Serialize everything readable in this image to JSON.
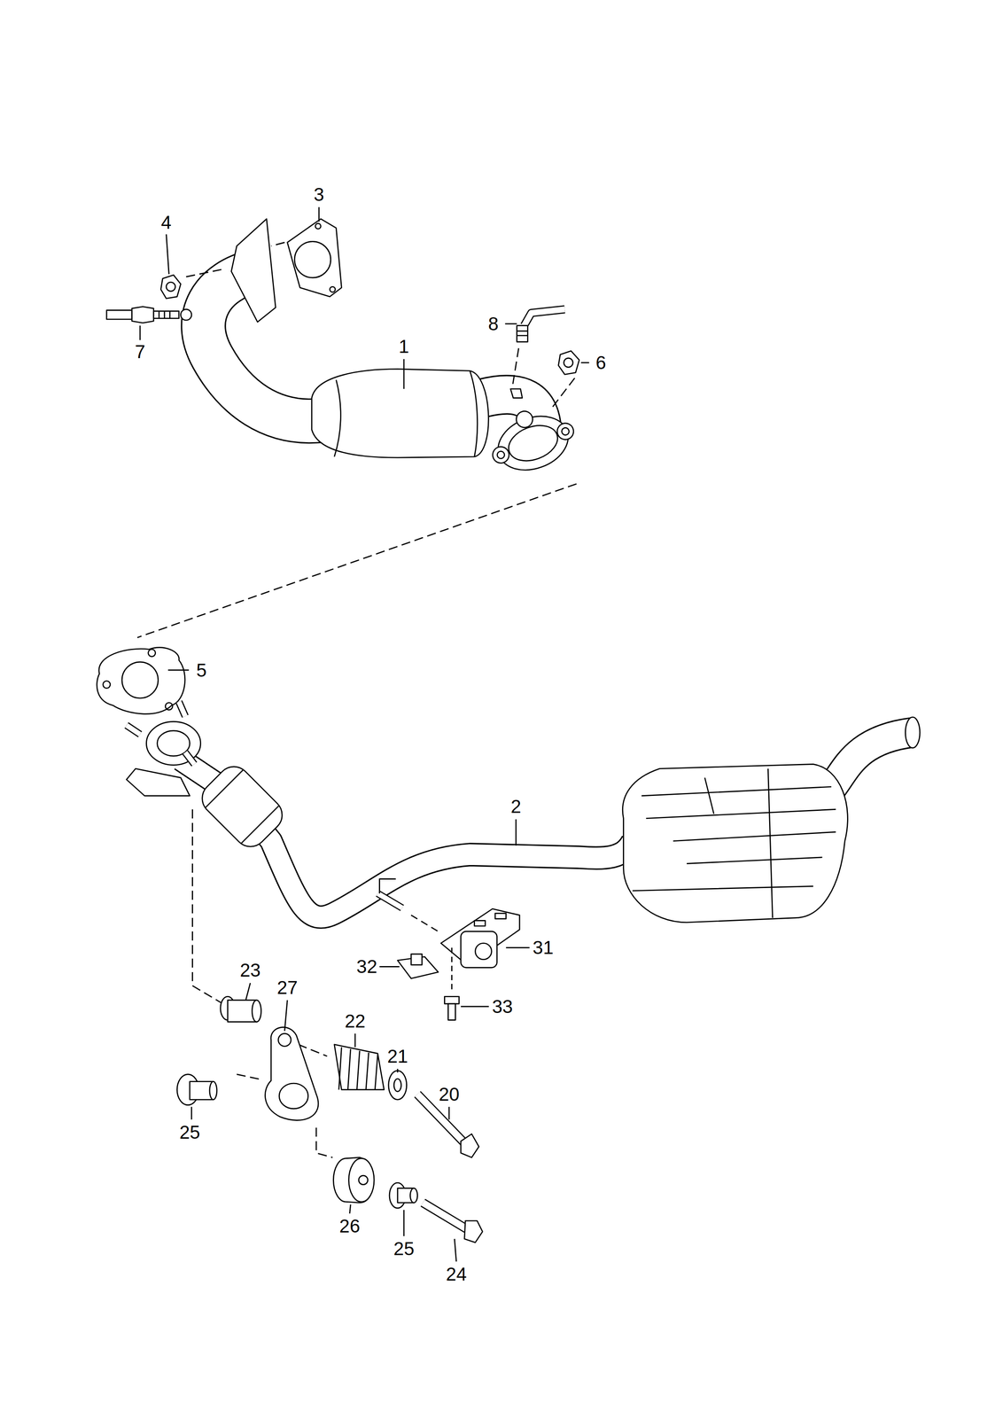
{
  "diagram": {
    "labels": [
      "3",
      "4",
      "7",
      "1",
      "8",
      "6",
      "5",
      "2",
      "31",
      "32",
      "33",
      "23",
      "27",
      "22",
      "21",
      "20",
      "25",
      "26",
      "25",
      "24"
    ]
  }
}
